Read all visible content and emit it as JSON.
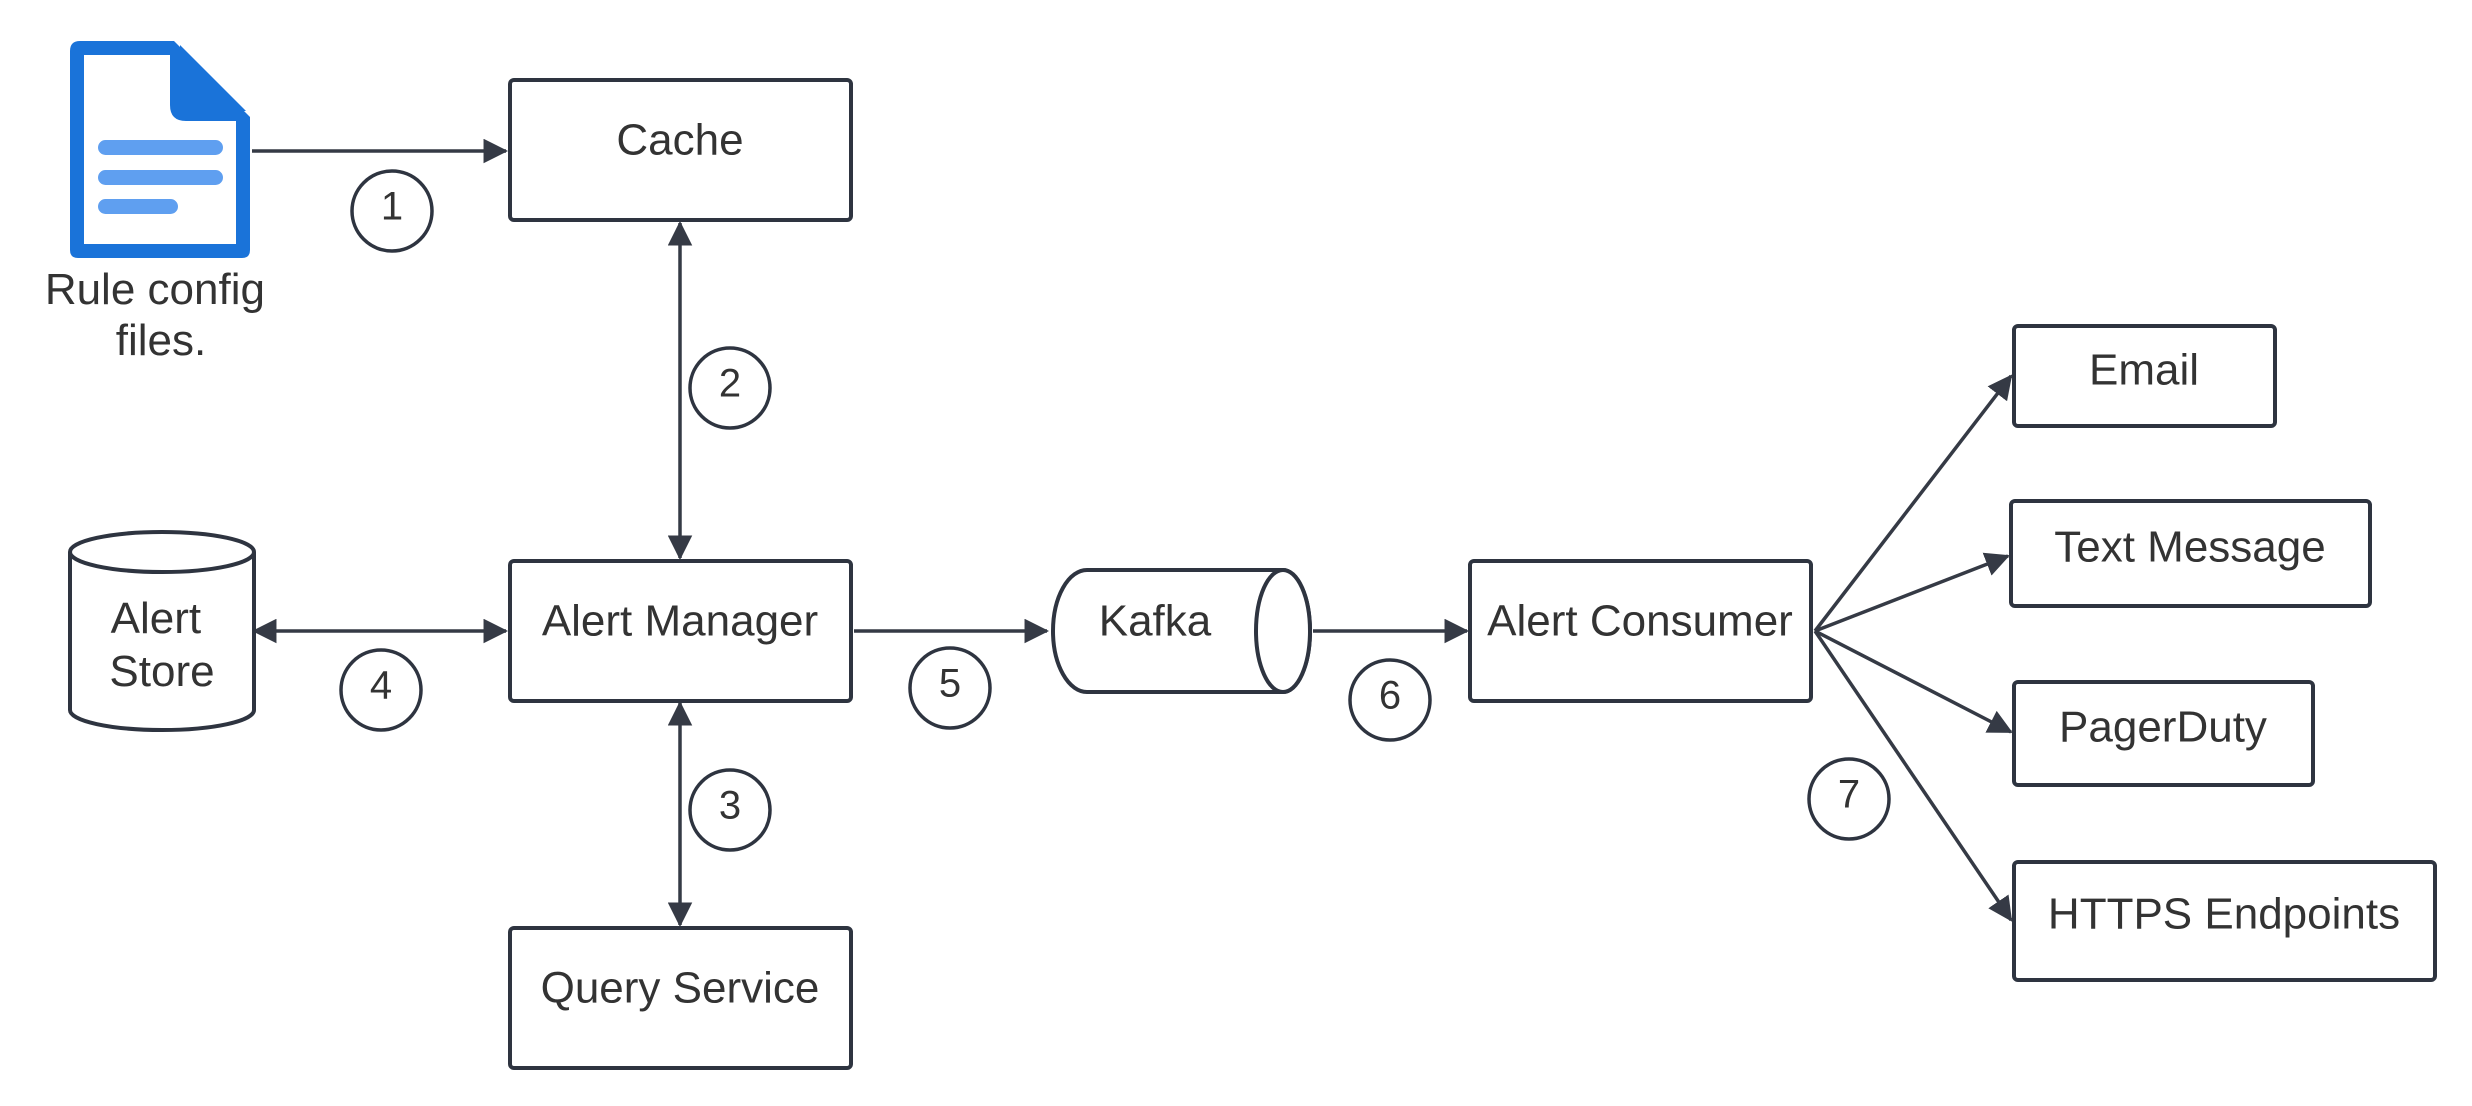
{
  "nodes": {
    "rule_config": "Rule config files.",
    "rule_config_lines": [
      "Rule config",
      "files."
    ],
    "cache": "Cache",
    "alert_store": "Alert Store",
    "alert_store_lines": [
      "Alert",
      "Store"
    ],
    "alert_manager": "Alert Manager",
    "kafka": "Kafka",
    "alert_consumer": "Alert Consumer",
    "query_service": "Query Service",
    "email": "Email",
    "text_message": "Text Message",
    "pagerduty": "PagerDuty",
    "https_endpoints": "HTTPS Endpoints"
  },
  "steps": [
    "1",
    "2",
    "3",
    "4",
    "5",
    "6",
    "7"
  ],
  "colors": {
    "stroke": "#2e3440",
    "text": "#333333",
    "doc_blue": "#1a73d9",
    "doc_light": "#5f9ff0"
  },
  "icons": {
    "rule_config": "document-icon"
  }
}
